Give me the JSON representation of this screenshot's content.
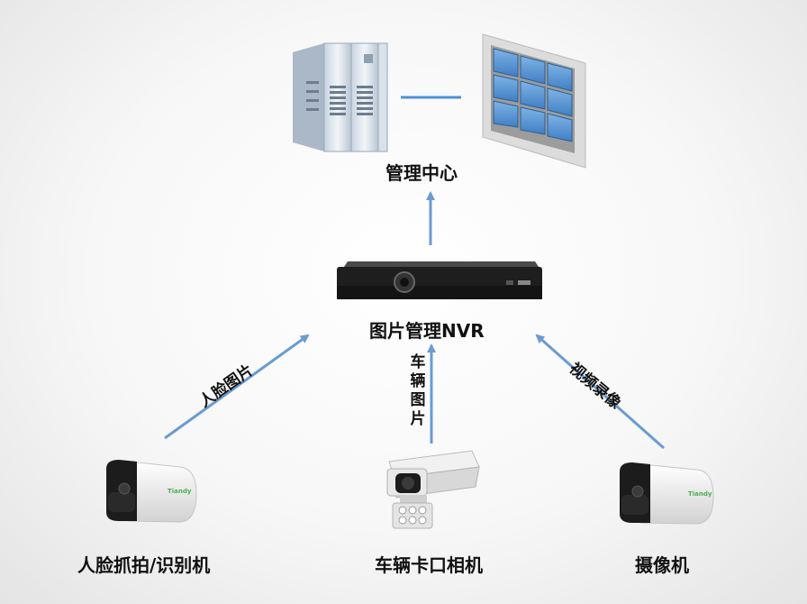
{
  "nodes": {
    "center": "管理中心",
    "nvr": "图片管理NVR",
    "face_camera": "人脸抓拍/识别机",
    "vehicle_camera": "车辆卡口相机",
    "camera": "摄像机"
  },
  "edges": {
    "face_to_nvr": "人脸图片",
    "vehicle_to_nvr": [
      "车",
      "辆",
      "图",
      "片"
    ],
    "camera_to_nvr": "视频录像"
  },
  "camera_brand": "Tiandy",
  "colors": {
    "arrow": "#6a9bd1",
    "line": "#4a90d9"
  }
}
